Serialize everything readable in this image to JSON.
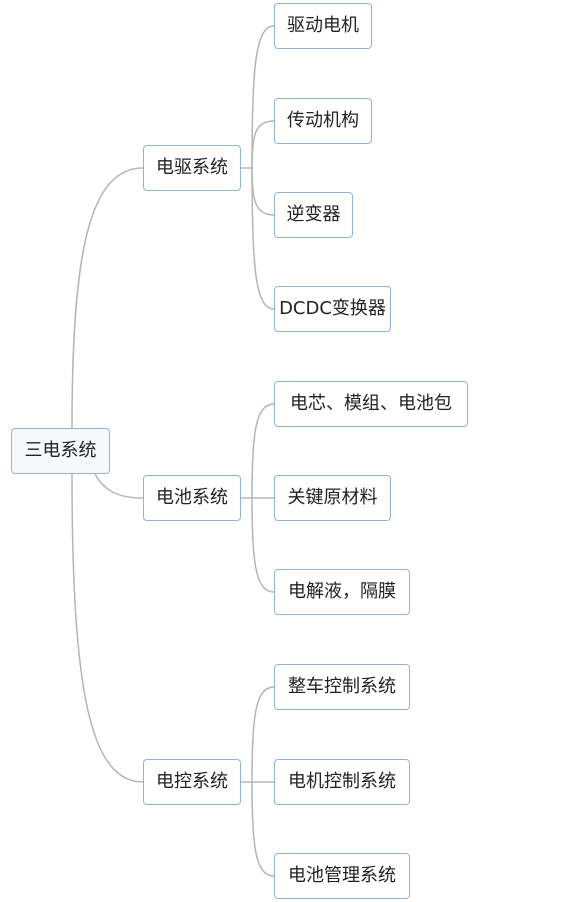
{
  "mindmap": {
    "root": "三电系统",
    "branches": [
      {
        "label": "电驱系统",
        "children": [
          "驱动电机",
          "传动机构",
          "逆变器",
          "DCDC变换器"
        ]
      },
      {
        "label": "电池系统",
        "children": [
          "电芯、模组、电池包",
          "关键原材料",
          "电解液，隔膜"
        ]
      },
      {
        "label": "电控系统",
        "children": [
          "整车控制系统",
          "电机控制系统",
          "电池管理系统"
        ]
      }
    ]
  },
  "colors": {
    "node_border": "#8fb4dc",
    "connector": "#b5b5b5",
    "root_fill": "#f6f9fc"
  }
}
